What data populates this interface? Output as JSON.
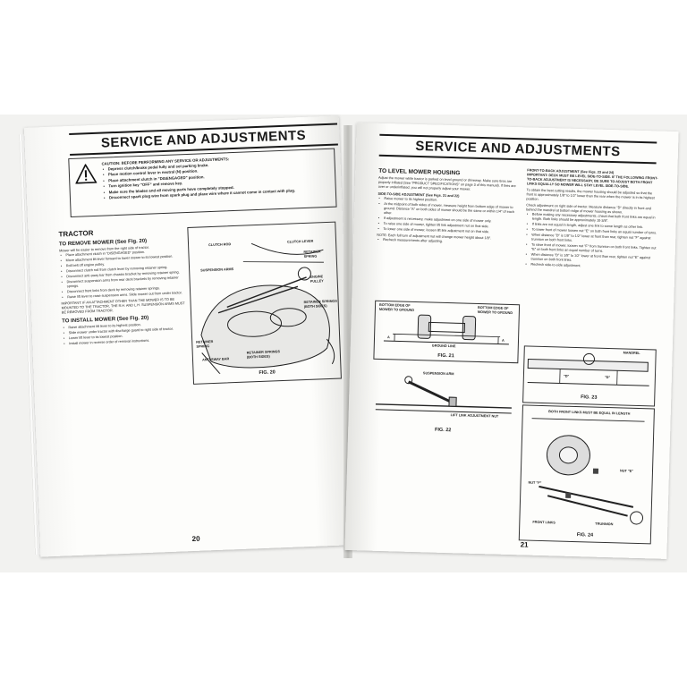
{
  "left": {
    "header": "SERVICE AND ADJUSTMENTS",
    "caution": {
      "lead": "CAUTION: BEFORE PERFORMING ANY SERVICE OR ADJUSTMENTS:",
      "items": [
        "Depress clutch/brake pedal fully and set parking brake.",
        "Place motion control lever in neutral (N) position.",
        "Place attachment clutch in \"DISENGAGED\" position.",
        "Turn ignition key \"OFF\" and remove key.",
        "Make sure the blades and all moving parts have completely stopped.",
        "Disconnect spark plug wire from spark plug and place wire where it cannot come in contact with plug."
      ]
    },
    "section_title": "TRACTOR",
    "remove": {
      "title": "TO REMOVE MOWER (See Fig. 20)",
      "intro": "Mower will be easier to remove from the right side of tractor.",
      "items": [
        "Place attachment clutch in \"DISENGAGED\" position.",
        "Move attachment lift lever forward to lower mower to its lowest position.",
        "Roll belt off engine pulley.",
        "Disconnect clutch rod from clutch lever by removing retainer spring.",
        "Disconnect anti-sway bar from chassis bracket by removing retainer spring.",
        "Disconnect suspension arms from rear deck brackets by removing retainer springs.",
        "Disconnect front links from deck by removing retainer springs.",
        "Raise lift lever to raise suspension arms. Slide mower out from under tractor."
      ],
      "important": "IMPORTANT: IF AN ATTACHMENT OTHER THAN THE MOWER IS TO BE MOUNTED TO THE TRACTOR, THE R.H. AND L.H. SUSPENSION ARMS MUST BE REMOVED FROM TRACTOR."
    },
    "install": {
      "title": "TO INSTALL MOWER (See Fig. 20)",
      "items": [
        "Raise attachment lift lever to its highest position.",
        "Slide mower under tractor with discharge guard to right side of tractor.",
        "Lower lift lever to its lowest position.",
        "Install mower in reverse order of removal instructions."
      ]
    },
    "fig20": {
      "callouts": [
        "CLUTCH ROD",
        "CLUTCH LEVER",
        "RETAINER SPRING",
        "SUSPENSION ARMS",
        "ENGINE PULLEY",
        "RETAINER SPRINGS (BOTH SIDES)",
        "RETAINER SPRING",
        "ANTI-SWAY BAR",
        "RETAINER SPRINGS (BOTH SIDES)"
      ],
      "label": "FIG. 20"
    },
    "page_number": "20"
  },
  "right": {
    "header": "SERVICE AND ADJUSTMENTS",
    "level_title": "TO LEVEL MOWER HOUSING",
    "level_intro": "Adjust the mower while tractor is parked on level ground or driveway. Make sure tires are properly inflated (See \"PRODUCT SPECIFICATIONS\" on page 3 of this manual). If tires are over or underinflated, you will not properly adjust your mower.",
    "side_title": "SIDE-TO-SIDE ADJUSTMENT (See Figs. 21 and 22)",
    "side_items": [
      "Raise mower to its highest position.",
      "At the midpoint of both sides of mower, measure height from bottom edge of mower to ground. Distance \"A\" on both sides of mower should be the same or within 1/4\" of each other.",
      "If adjustment is necessary, make adjustment on one side of mower only.",
      "To raise one side of mower, tighten lift link adjustment nut on that side.",
      "To lower one side of mower, loosen lift link adjustment nut on that side."
    ],
    "side_note": "NOTE: Each full turn of adjustment nut will change mower height about 1/8\".",
    "side_recheck": "Recheck measurements after adjusting.",
    "fig21": {
      "left_callout": "BOTTOM EDGE OF MOWER TO GROUND",
      "right_callout": "BOTTOM EDGE OF MOWER TO GROUND",
      "ground": "GROUND LINE",
      "a": "A",
      "label": "FIG. 21"
    },
    "fig22": {
      "arm": "SUSPENSION ARM",
      "nut": "LIFT LINK ADJUSTMENT NUT",
      "label": "FIG. 22"
    },
    "front_title": "FRONT-TO-BACK ADJUSTMENT (See Figs. 23 and 24)",
    "front_important": "IMPORTANT: DECK MUST BE LEVEL SIDE-TO-SIDE. IF THE FOLLOWING FRONT-TO-BACK ADJUSTMENT IS NECESSARY, BE SURE TO ADJUST BOTH FRONT LINKS EQUALLY SO MOWER WILL STAY LEVEL SIDE-TO-SIDE.",
    "front_intro": "To obtain the best cutting results, the mower housing should be adjusted so that the front is approximately 1/8\" to 1/2\" lower than the rear when the mower is in its highest position.",
    "front_check": "Check adjustment on right side of tractor. Measure distance \"D\" directly in front and behind the mandrel at bottom edge of mower housing as shown.",
    "front_items": [
      "Before making any necessary adjustments, check that both front links are equal in length. Both links should be approximately 10-3/8\".",
      "If links are not equal in length, adjust one link to same length as other link.",
      "To lower front of mower loosen nut \"E\" on both front links an equal number of turns.",
      "When distance \"D\" is 1/8\" to 1/2\" lower at front than rear, tighten nut \"F\" against trunnion on both front links.",
      "To raise front of mower, loosen nut \"F\" from trunnion on both front links. Tighten nut \"E\" on both front links an equal number of turns.",
      "When distance \"D\" is 1/8\" to 1/2\" lower at front than rear, tighten nut \"E\" against trunnion on both front links.",
      "Recheck side-to-side adjustment."
    ],
    "fig23": {
      "mandrel": "MANDREL",
      "d1": "\"D\"",
      "d2": "\"D\"",
      "label": "FIG. 23"
    },
    "fig24": {
      "top": "BOTH FRONT LINKS MUST BE EQUAL IN LENGTH",
      "nut_e": "NUT \"E\"",
      "nut_f": "NUT \"F\"",
      "links": "FRONT LINKS",
      "trunnion": "TRUNNION",
      "label": "FIG. 24"
    },
    "page_number": "21"
  }
}
